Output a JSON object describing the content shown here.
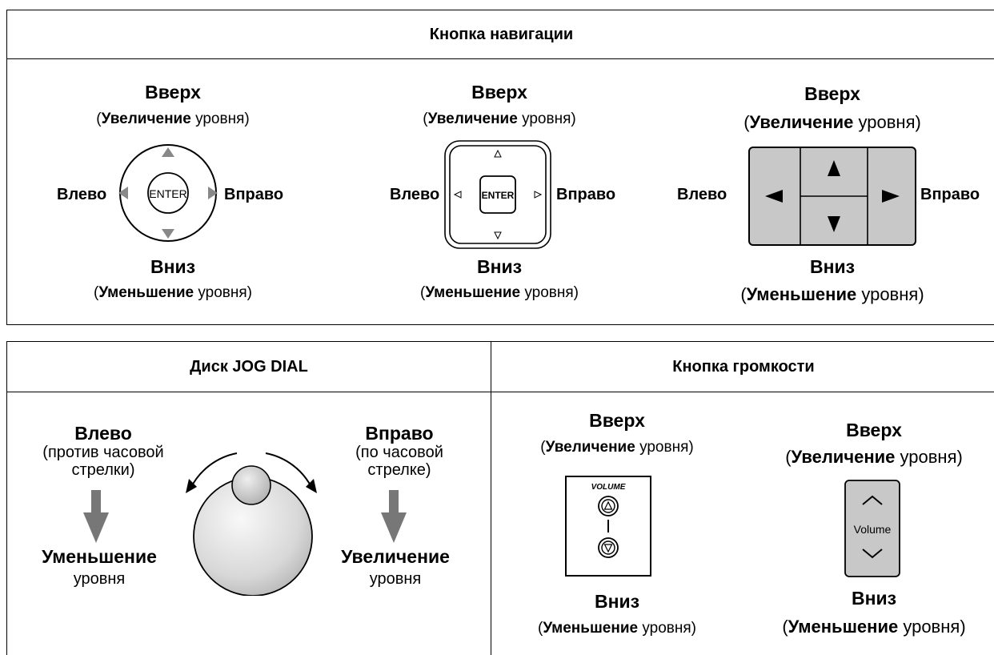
{
  "nav": {
    "title": "Кнопка навигации",
    "variants": [
      {
        "up": "Вверх",
        "up_strong": "Увеличение",
        "up_rest": " уровня",
        "left": "Влево",
        "right": "Вправо",
        "down": "Вниз",
        "down_strong": "Уменьшение",
        "down_rest": " уровня",
        "center": "ENTER"
      },
      {
        "up": "Вверх",
        "up_strong": "Увеличение",
        "up_rest": " уровня",
        "left": "Влево",
        "right": "Вправо",
        "down": "Вниз",
        "down_strong": "Уменьшение",
        "down_rest": " уровня",
        "center": "ENTER"
      },
      {
        "up": "Вверх",
        "up_strong": "Увеличение",
        "up_rest": " уровня",
        "left": "Влево",
        "right": "Вправо",
        "down": "Вниз",
        "down_strong": "Уменьшение",
        "down_rest": " уровня"
      }
    ]
  },
  "jog": {
    "title": "Диск JOG DIAL",
    "left_title": "Влево",
    "left_note_1": "(против часовой",
    "left_note_2": "стрелки)",
    "left_result_1": "Уменьшение",
    "left_result_2": "уровня",
    "right_title": "Вправо",
    "right_note_1": "(по часовой",
    "right_note_2": "стрелке)",
    "right_result_1": "Увеличение",
    "right_result_2": "уровня"
  },
  "volume": {
    "title": "Кнопка громкости",
    "a": {
      "up": "Вверх",
      "up_strong": "Увеличение",
      "up_rest": " уровня",
      "down": "Вниз",
      "down_strong": "Уменьшение",
      "down_rest": " уровня",
      "label": "VOLUME"
    },
    "b": {
      "up": "Вверх",
      "up_strong": "Увеличение",
      "up_rest": " уровня",
      "down": "Вниз",
      "down_strong": "Уменьшение",
      "down_rest": " уровня",
      "label": "Volume"
    }
  },
  "colors": {
    "arrow_gray": "#777777",
    "panel_gray": "#c8c8c8",
    "border": "#000000"
  }
}
